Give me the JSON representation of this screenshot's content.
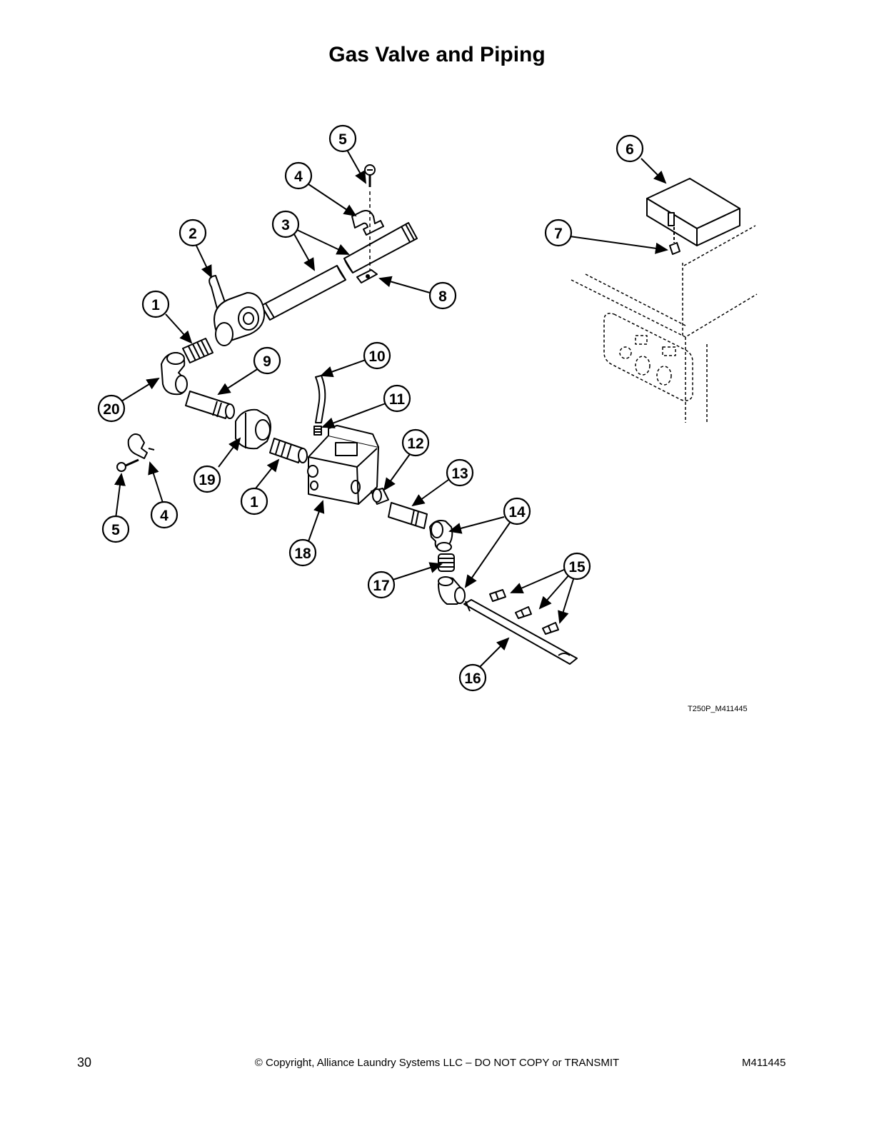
{
  "page": {
    "title": "Gas Valve and Piping",
    "figure_ref": "T250P_M411445",
    "page_number": "30",
    "copyright": "© Copyright, Alliance Laundry Systems LLC – DO NOT COPY or TRANSMIT",
    "document_number": "M411445"
  },
  "callouts": [
    "5",
    "6",
    "4",
    "3",
    "2",
    "7",
    "8",
    "1",
    "10",
    "9",
    "20",
    "11",
    "12",
    "13",
    "19",
    "1",
    "14",
    "4",
    "5",
    "18",
    "15",
    "17",
    "16"
  ]
}
